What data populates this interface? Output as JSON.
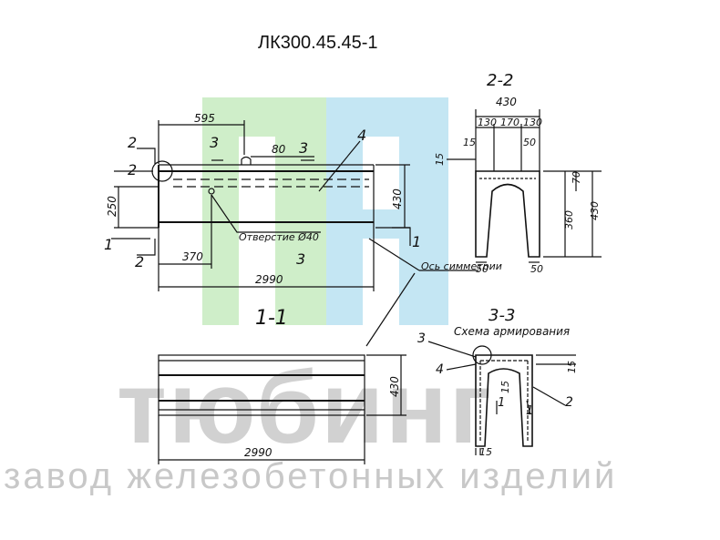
{
  "title": "ЛК300.45.45-1",
  "watermark": {
    "logo_text": "тюбинг",
    "subtitle": "завод железобетонных изделий",
    "colors": {
      "green": "#cfeec9",
      "blue": "#c4e6f3",
      "text": "#c8c8c8"
    }
  },
  "plan_view": {
    "dims": {
      "top_length": "595",
      "length_370": "370",
      "total_length": "2990",
      "height_250": "250",
      "height_430": "430",
      "slot_80": "80"
    },
    "section_marks": {
      "s1": "1",
      "s2": "2",
      "s3": "3"
    },
    "callouts": {
      "item_3": "3",
      "item_4": "4",
      "item_2": "2"
    },
    "hole_label": "Отверстие Ø40",
    "axis_label": "Ось симметрии"
  },
  "section_2_2": {
    "title": "2-2",
    "dims": {
      "width": "430",
      "w130a": "130",
      "w170": "170",
      "w130b": "130",
      "d15": "15",
      "d50_top": "50",
      "d15_side": "15",
      "h70": "70",
      "h360": "360",
      "h430": "430",
      "b50_left": "50",
      "b50_right": "50"
    }
  },
  "section_1_1": {
    "title": "1-1",
    "dims": {
      "height": "430",
      "length": "2990"
    }
  },
  "section_3_3": {
    "title": "3-3",
    "subtitle": "Схема армирования",
    "callouts": {
      "item_3": "3",
      "item_4": "4",
      "item_1a": "1",
      "item_1b": "1",
      "item_2": "2"
    },
    "dims": {
      "d15_right": "15",
      "d15_inner": "15",
      "d15_bottom": "15"
    }
  }
}
